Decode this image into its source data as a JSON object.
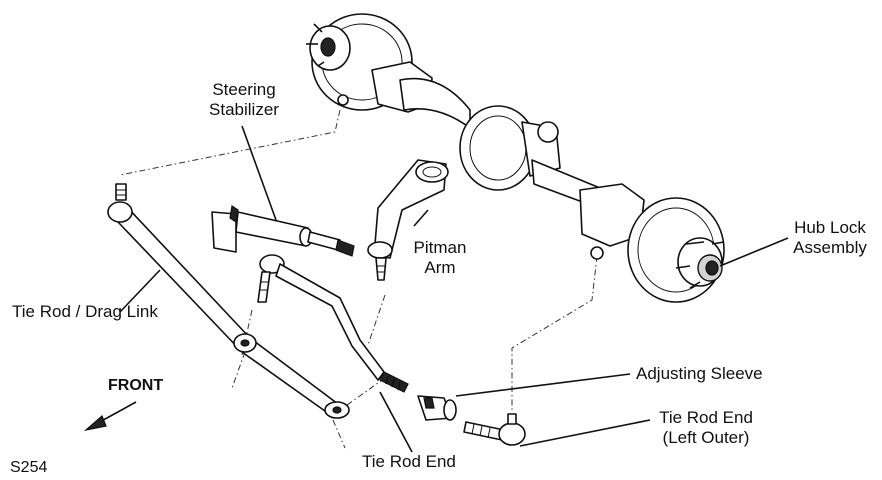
{
  "labels": {
    "steering_stabilizer_line1": "Steering",
    "steering_stabilizer_line2": "Stabilizer",
    "pitman_arm_line1": "Pitman",
    "pitman_arm_line2": "Arm",
    "hub_lock_line1": "Hub Lock",
    "hub_lock_line2": "Assembly",
    "tie_rod_drag_link": "Tie Rod / Drag Link",
    "adjusting_sleeve": "Adjusting Sleeve",
    "tie_rod_end_left_outer_line1": "Tie Rod End",
    "tie_rod_end_left_outer_line2": "(Left Outer)",
    "tie_rod_end": "Tie Rod End",
    "front": "FRONT",
    "figure_code": "S254"
  }
}
